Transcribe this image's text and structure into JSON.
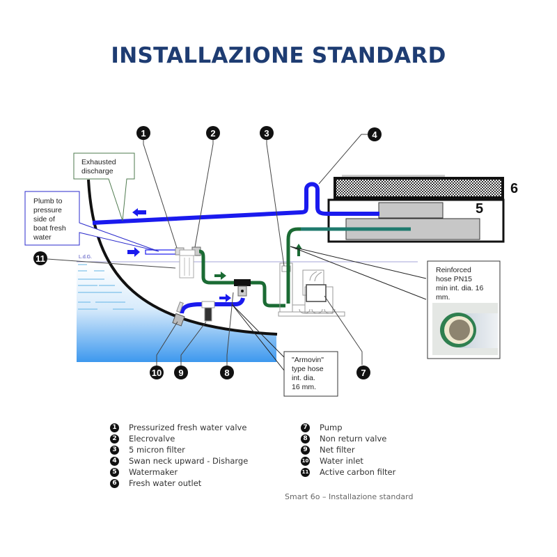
{
  "title": "INSTALLAZIONE STANDARD",
  "diagram": {
    "callouts": {
      "exhausted_discharge": [
        "Exhausted",
        "discharge"
      ],
      "plumb": [
        "Plumb to",
        "pressure",
        "side of",
        "boat fresh",
        "water"
      ],
      "reinforced_hose": [
        "Reinforced",
        "hose   PN15",
        "min  int. dia.  16",
        "mm."
      ],
      "armovin": [
        "\"Armovin\"",
        "type hose",
        "int. dia.",
        "16 mm."
      ]
    },
    "waterline_label": "L.d.G.",
    "unit_labels": {
      "five": "5",
      "six": "6"
    },
    "badges": [
      "1",
      "2",
      "3",
      "4",
      "7",
      "8",
      "9",
      "10",
      "11"
    ],
    "colors": {
      "seawater_pipe": "#1a1aee",
      "freshwater_pipe": "#1b6b34",
      "title": "#1e3c72",
      "sea": "#4aa3f0"
    }
  },
  "legend": {
    "left": [
      {
        "num": "1",
        "label": "Pressurized fresh water valve"
      },
      {
        "num": "2",
        "label": "Elecrovalve"
      },
      {
        "num": "3",
        "label": "5 micron filter"
      },
      {
        "num": "4",
        "label": "Swan neck upward - Disharge"
      },
      {
        "num": "5",
        "label": "Watermaker"
      },
      {
        "num": "6",
        "label": "Fresh water outlet"
      }
    ],
    "right": [
      {
        "num": "7",
        "label": "Pump"
      },
      {
        "num": "8",
        "label": "Non return valve"
      },
      {
        "num": "9",
        "label": "Net filter"
      },
      {
        "num": "10",
        "label": "Water inlet"
      },
      {
        "num": "11",
        "label": "Active carbon filter"
      }
    ]
  },
  "caption": "Smart 6o – Installazione standard"
}
